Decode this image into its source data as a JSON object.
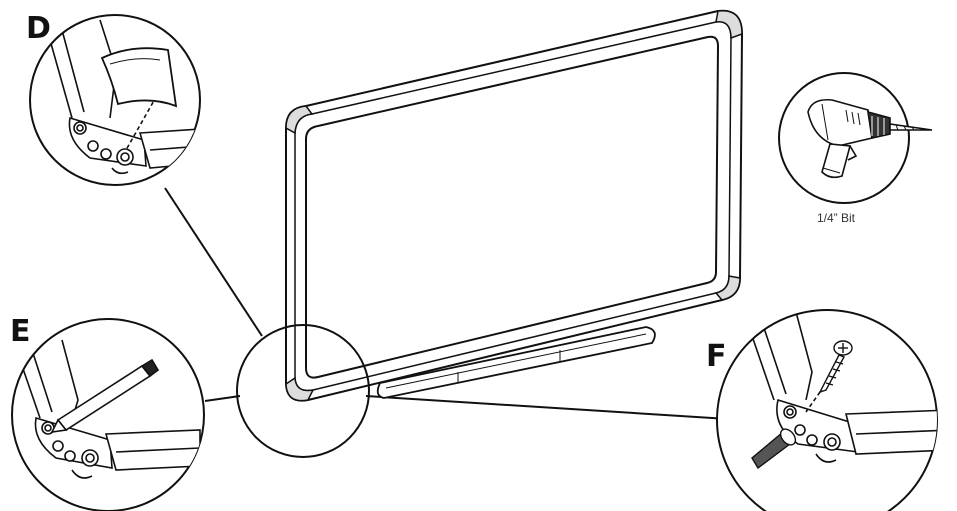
{
  "labels": {
    "step_d": "D",
    "step_e": "E",
    "step_f": "F"
  },
  "drill": {
    "caption": "1/4” Bit"
  },
  "colors": {
    "line": "#111111",
    "fill": "#ffffff",
    "shade": "#e6e6e6",
    "dark": "#6b6b6b"
  },
  "icons": {
    "drill": "drill-icon",
    "screw": "screw-icon",
    "anchor": "wall-anchor-icon",
    "pencil": "pencil-icon"
  }
}
